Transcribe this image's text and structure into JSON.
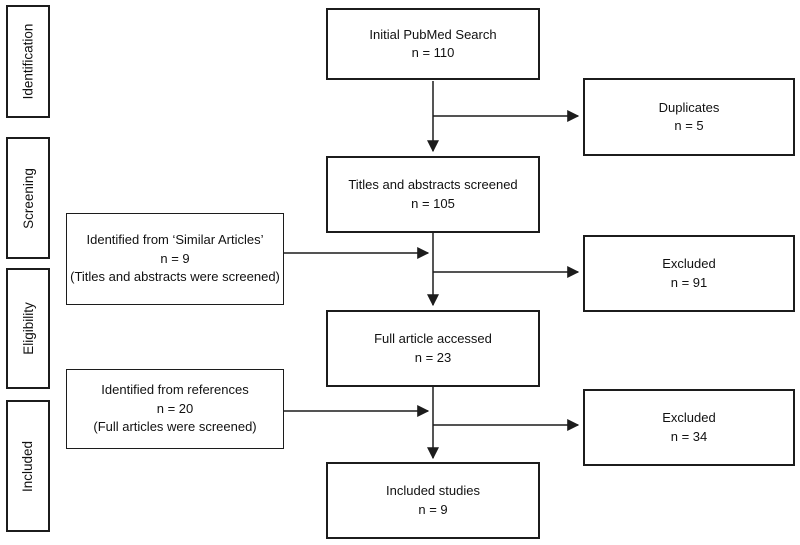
{
  "colors": {
    "background": "#ffffff",
    "box_border": "#1c1c1c",
    "connector": "#1c1c1c",
    "text": "#111111"
  },
  "diagram": {
    "stages": [
      {
        "label": "Identification"
      },
      {
        "label": "Screening"
      },
      {
        "label": "Eligibility"
      },
      {
        "label": "Included"
      }
    ],
    "main_flow": [
      {
        "title": "Initial PubMed Search",
        "count": "n = 110"
      },
      {
        "title": "Titles and abstracts screened",
        "count": "n = 105"
      },
      {
        "title": "Full article accessed",
        "count": "n = 23"
      },
      {
        "title": "Included studies",
        "count": "n = 9"
      }
    ],
    "right_boxes": [
      {
        "title": "Duplicates",
        "count": "n = 5"
      },
      {
        "title": "Excluded",
        "count": "n = 91"
      },
      {
        "title": "Excluded",
        "count": "n = 34"
      }
    ],
    "left_boxes": [
      {
        "title": "Identified from ‘Similar Articles’",
        "count": "n = 9",
        "note": "(Titles and abstracts were screened)"
      },
      {
        "title": "Identified from references",
        "count": "n = 20",
        "note": "(Full articles were screened)"
      }
    ]
  }
}
